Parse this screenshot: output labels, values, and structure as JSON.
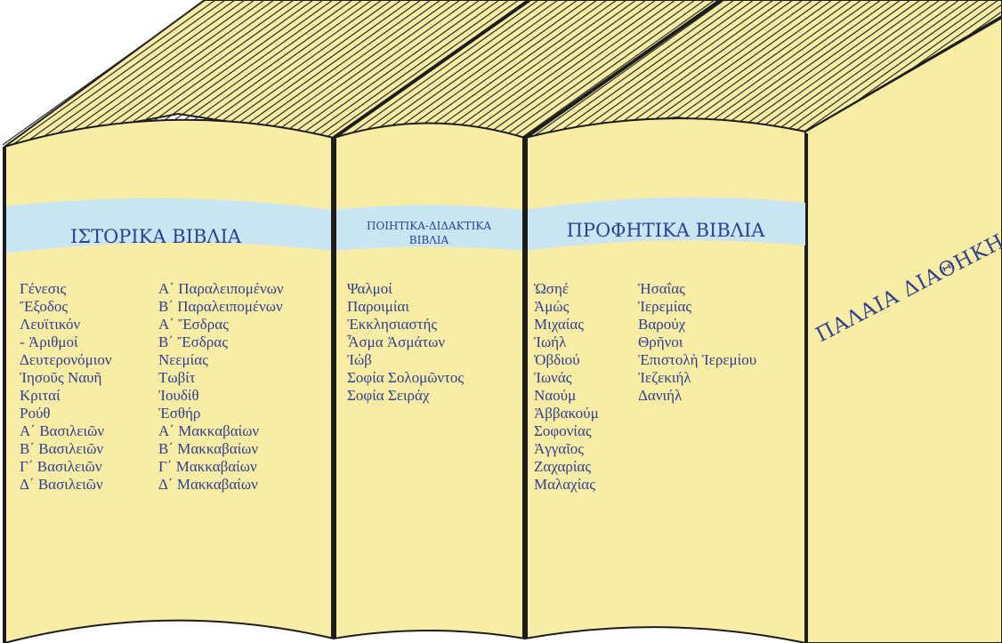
{
  "colors": {
    "cover": "#f9eda6",
    "band": "#c9e5f3",
    "outline": "#1c1c1c",
    "text": "#2e3f8f",
    "page_lines": "#2a2a2a"
  },
  "side": {
    "title": "ΠΑΛΑΙΑ ΔΙΑΘΗΚΗ"
  },
  "books": [
    {
      "title_lines": [
        "ΙΣΤΟΡΙΚΑ ΒΙΒΛΙΑ"
      ],
      "columns": [
        [
          "Γένεσις",
          "Ἔξοδος",
          "Λευϊτικόν",
          "- Ἀριθμοί",
          "Δευτερονόμιον",
          "Ἰησοῦς Ναυῆ",
          "Κριταί",
          "Ρούθ",
          "Α΄ Βασιλειῶν",
          "Β΄ Βασιλειῶν",
          "Γ΄ Βασιλειῶν",
          "Δ΄ Βασιλειῶν"
        ],
        [
          "Α΄ Παραλειπομένων",
          "Β΄ Παραλειπομένων",
          "Α΄ Ἔσδρας",
          "Β΄ Ἔσδρας",
          "Νεεμίας",
          "Τωβίτ",
          "Ἰουδίθ",
          "Ἐσθήρ",
          "Α΄ Μακκαβαίων",
          "Β΄ Μακκαβαίων",
          "Γ΄ Μακκαβαίων",
          "Δ΄ Μακκαβαίων"
        ]
      ]
    },
    {
      "title_lines": [
        "ΠΟΙΗΤΙΚΑ-ΔΙΔΑΚΤΙΚΑ",
        "ΒΙΒΛΙΑ"
      ],
      "columns": [
        [
          "Ψαλμοί",
          "Παροιμίαι",
          "Ἐκκλησιαστής",
          "Ἆσμα Ἀσμάτων",
          "Ἰώβ",
          "Σοφία Σολομῶντος",
          "Σοφία Σειράχ"
        ]
      ]
    },
    {
      "title_lines": [
        "ΠΡΟΦΗΤΙΚΑ ΒΙΒΛΙΑ"
      ],
      "columns": [
        [
          "Ὡσηέ",
          "Ἀμώς",
          "Μιχαίας",
          "Ἰωήλ",
          "Ὀβδιού",
          "Ἰωνάς",
          "Ναούμ",
          "Ἀββακούμ",
          "Σοφονίας",
          "Ἀγγαῖος",
          "Ζαχαρίας",
          "Μαλαχίας"
        ],
        [
          "Ἡσαΐας",
          "Ἱερεμίας",
          "Βαρούχ",
          "Θρῆνοι",
          "Ἐπιστολὴ Ἱερεμίου",
          "Ἰεζεκιήλ",
          "Δανιήλ"
        ]
      ]
    }
  ]
}
